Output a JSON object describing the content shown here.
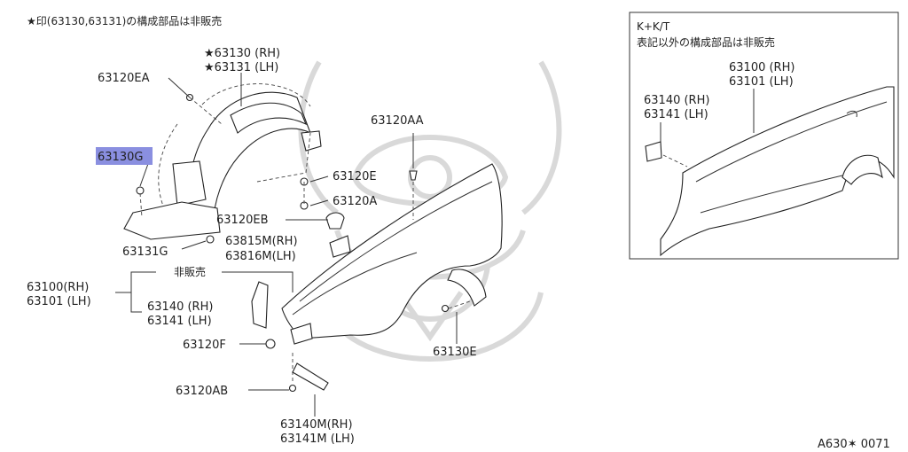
{
  "header_note": "★印(63130,63131)の構成部品は非販売",
  "labels": {
    "p63130_star": "★63130 (RH)",
    "p63131_star": "★63131 (LH)",
    "p63120EA": "63120EA",
    "p63130G": "63130G",
    "p63120E": "63120E",
    "p63120A": "63120A",
    "p63120EB": "63120EB",
    "p63815M": "63815M(RH)",
    "p63816M": "63816M(LH)",
    "p63131G": "63131G",
    "p63120AA": "63120AA",
    "hihanbai": "非販売",
    "p63100": "63100(RH)",
    "p63101": "63101 (LH)",
    "p63140": "63140 (RH)",
    "p63141": "63141 (LH)",
    "p63120F": "63120F",
    "p63120AB": "63120AB",
    "p63140M": "63140M(RH)",
    "p63141M": "63141M (LH)",
    "p63130E": "63130E"
  },
  "inset": {
    "title": "K+K/T",
    "note": "表記以外の構成部品は非販売",
    "p63100": "63100 (RH)",
    "p63101": "63101 (LH)",
    "p63140": "63140 (RH)",
    "p63141": "63141 (LH)"
  },
  "highlight_color": "#8a8fe0",
  "footer_code": "A630✶ 0071"
}
